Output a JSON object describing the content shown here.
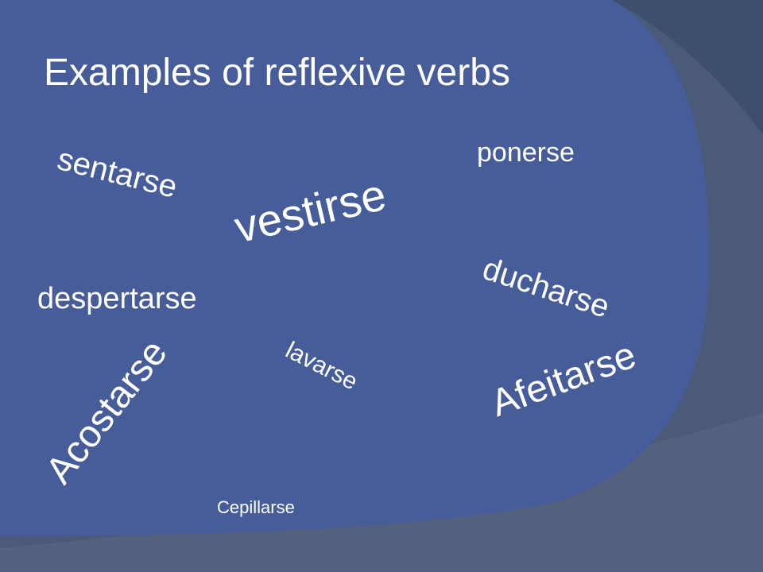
{
  "slide": {
    "title": "Examples of reflexive verbs",
    "words": {
      "sentarse": "sentarse",
      "ponerse": "ponerse",
      "vestirse": "vestirse",
      "ducharse": "ducharse",
      "despertarse": "despertarse",
      "lavarse": "lavarse",
      "afeitarse": "Afeitarse",
      "acostarse": "Acostarse",
      "cepillarse": "Cepillarse"
    },
    "colors": {
      "main_panel": "#465d99",
      "outer_background": "#4a5a78",
      "corner_band": "#3d4f70",
      "text": "#ffffff"
    }
  }
}
